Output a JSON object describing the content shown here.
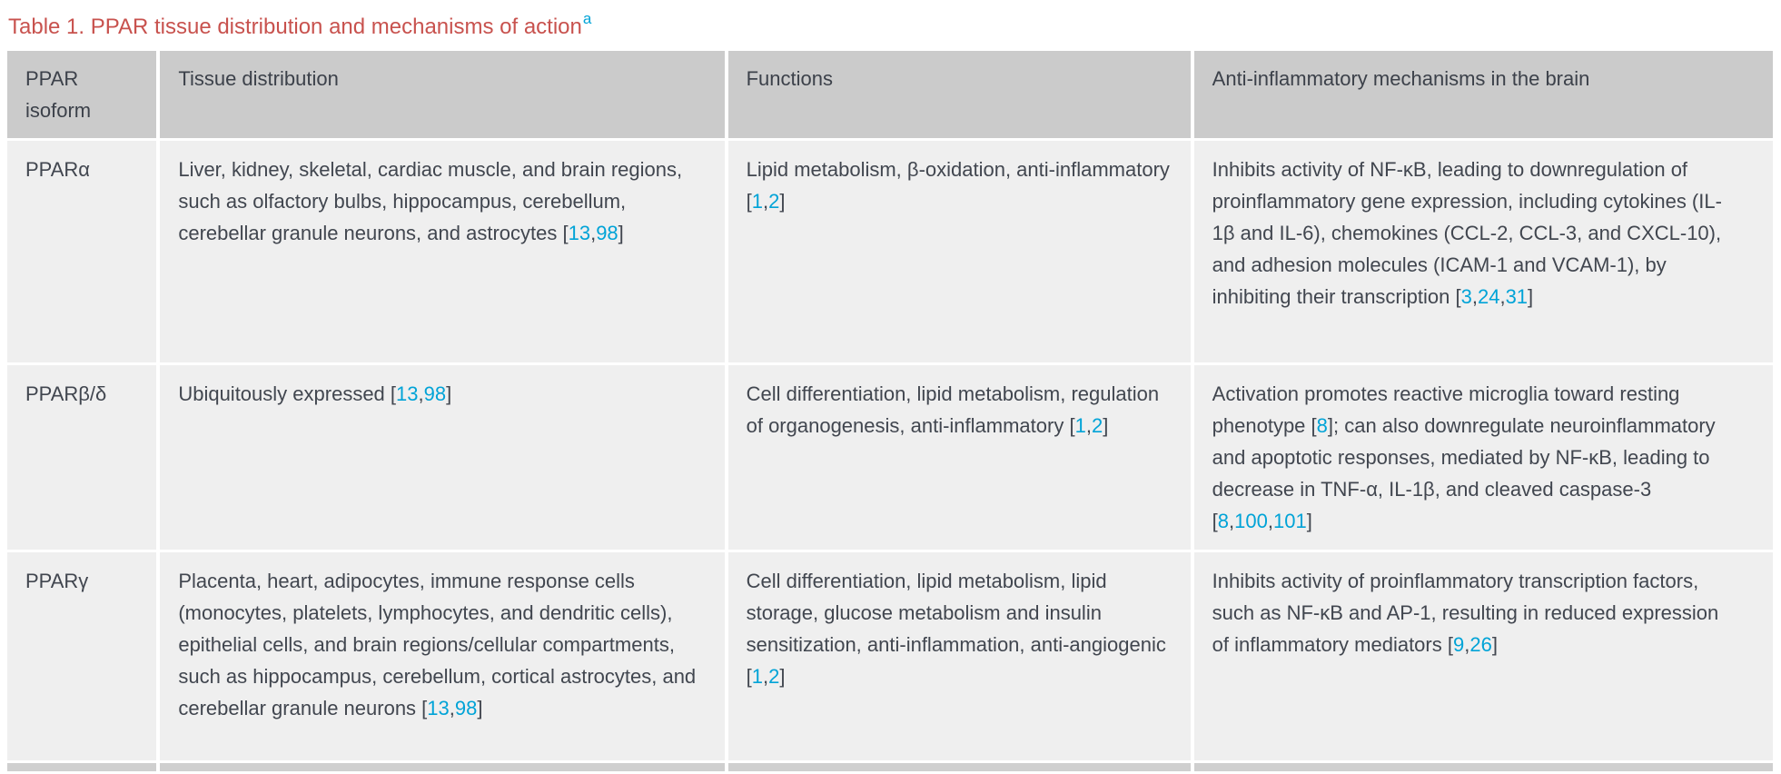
{
  "title": {
    "text": "Table 1. PPAR tissue distribution and mechanisms of action",
    "superscript": "a"
  },
  "colors": {
    "title_red": "#c8524e",
    "citation_cyan": "#00a3d7",
    "header_bg": "#cbcbcb",
    "row_bg": "#efefef",
    "footer_strip_bg": "#cfcfcf",
    "text": "#41464f"
  },
  "table": {
    "headers": [
      "PPAR isoform",
      "Tissue distribution",
      "Functions",
      "Anti-inflammatory mechanisms in the brain"
    ],
    "rows": [
      {
        "isoform": "PPARα",
        "tissue": "Liver, kidney, skeletal, cardiac muscle, and brain regions, such as olfactory bulbs, hippocampus, cerebellum, cerebellar granule neurons, and astrocytes [13,98]",
        "functions": "Lipid metabolism, β-oxidation, anti-inflammatory [1,2]",
        "mechanisms": "Inhibits activity of NF-κB, leading to downregulation of proinflammatory gene expression, including cytokines (IL-1β and IL-6), chemokines (CCL-2, CCL-3, and CXCL-10), and adhesion molecules (ICAM-1 and VCAM-1), by inhibiting their transcription [3,24,31]"
      },
      {
        "isoform": "PPARβ/δ",
        "tissue": "Ubiquitously expressed [13,98]",
        "functions": "Cell differentiation, lipid metabolism, regulation of organogenesis, anti-inflammatory [1,2]",
        "mechanisms": "Activation promotes reactive microglia toward resting phenotype [8]; can also downregulate neuroinflammatory and apoptotic responses, mediated by NF-κB, leading to decrease in TNF-α, IL-1β, and cleaved caspase-3 [8,100,101]"
      },
      {
        "isoform": "PPARγ",
        "tissue": "Placenta, heart, adipocytes, immune response cells (monocytes, platelets, lymphocytes, and dendritic cells), epithelial cells, and brain regions/cellular compartments, such as hippocampus, cerebellum, cortical astrocytes, and cerebellar granule neurons [13,98]",
        "functions": "Cell differentiation, lipid metabolism, lipid storage, glucose metabolism and insulin sensitization, anti-inflammation, anti-angiogenic [1,2]",
        "mechanisms": "Inhibits activity of proinflammatory transcription factors, such as NF-κB and AP-1, resulting in reduced expression of inflammatory mediators [9,26]"
      }
    ]
  }
}
